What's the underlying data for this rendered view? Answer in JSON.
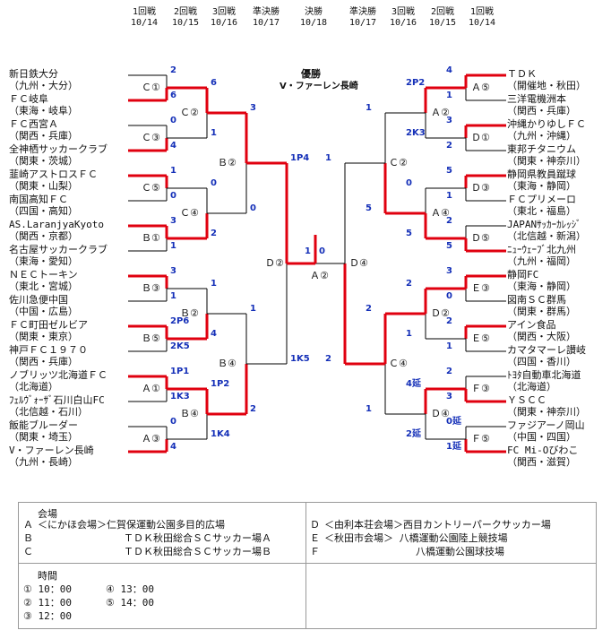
{
  "rounds": [
    {
      "label": "1回戦",
      "date": "10/14"
    },
    {
      "label": "2回戦",
      "date": "10/15"
    },
    {
      "label": "3回戦",
      "date": "10/16"
    },
    {
      "label": "準決勝",
      "date": "10/17"
    },
    {
      "label": "決勝",
      "date": "10/18"
    },
    {
      "label": "準決勝",
      "date": "10/17"
    },
    {
      "label": "3回戦",
      "date": "10/16"
    },
    {
      "label": "2回戦",
      "date": "10/15"
    },
    {
      "label": "1回戦",
      "date": "10/14"
    }
  ],
  "champion": {
    "label": "優勝",
    "team": "V・ファーレン長崎"
  },
  "left_teams": [
    {
      "name": "新日鉄大分",
      "region": "（九州・大分）"
    },
    {
      "name": "ＦＣ岐阜",
      "region": "（東海・岐阜）"
    },
    {
      "name": "ＦＣ西宮Ａ",
      "region": "（関西・兵庫）"
    },
    {
      "name": "全神栖サッカークラブ",
      "region": "（関東・茨城）"
    },
    {
      "name": "韮崎アストロスＦＣ",
      "region": "（関東・山梨）"
    },
    {
      "name": "南国高知ＦＣ",
      "region": "（四国・高知）"
    },
    {
      "name": "AS.LaranjyaKyoto",
      "region": "（関西・京都）"
    },
    {
      "name": "名古屋サッカークラブ",
      "region": "（東海・愛知）"
    },
    {
      "name": "ＮＥＣトーキン",
      "region": "（東北・宮城）"
    },
    {
      "name": "佐川急便中国",
      "region": "（中国・広島）"
    },
    {
      "name": "ＦＣ町田ゼルビア",
      "region": "（関東・東京）"
    },
    {
      "name": "神戸ＦＣ１９７０",
      "region": "（関西・兵庫）"
    },
    {
      "name": "ノブリッツ北海道ＦＣ",
      "region": "（北海道）"
    },
    {
      "name": "ﾌｪﾙｳﾞｫｰｻﾞ石川白山FC",
      "region": "（北信越・石川）"
    },
    {
      "name": "飯能ブルーダー",
      "region": "（関東・埼玉）"
    },
    {
      "name": "V・ファーレン長崎",
      "region": "（九州・長崎）"
    }
  ],
  "right_teams": [
    {
      "name": "ＴＤＫ",
      "region": "（開催地・秋田）"
    },
    {
      "name": "三洋電機洲本",
      "region": "（関西・兵庫）"
    },
    {
      "name": "沖縄かりゆしＦＣ",
      "region": "（九州・沖縄）"
    },
    {
      "name": "東邦チタニウム",
      "region": "（関東・神奈川）"
    },
    {
      "name": "静岡県教員蹴球",
      "region": "（東海・静岡）"
    },
    {
      "name": "ＦＣプリメーロ",
      "region": "（東北・福島）"
    },
    {
      "name": "JAPANｻｯｶｰｶﾚｯｼﾞ",
      "region": "（北信越・新潟）"
    },
    {
      "name": "ﾆｭｰｳｪｰﾌﾞ北九州",
      "region": "（九州・福岡）"
    },
    {
      "name": "静岡FC",
      "region": "（東海・静岡）"
    },
    {
      "name": "図南ＳＣ群馬",
      "region": "（関東・群馬）"
    },
    {
      "name": "アイン食品",
      "region": "（関西・大阪）"
    },
    {
      "name": "カマタマーレ讃岐",
      "region": "（四国・香川）"
    },
    {
      "name": "ﾄﾖﾀ自動車北海道",
      "region": "（北海道）"
    },
    {
      "name": "ＹＳＣＣ",
      "region": "（関東・神奈川）"
    },
    {
      "name": "ファジアーノ岡山",
      "region": "（中国・四国）"
    },
    {
      "name": "FC Mi-Oびわこ",
      "region": "（関西・滋賀）"
    }
  ],
  "left_r1": [
    {
      "label": "Ｃ①",
      "s1": "2",
      "s2": "6"
    },
    {
      "label": "Ｃ③",
      "s1": "0",
      "s2": "4"
    },
    {
      "label": "Ｃ⑤",
      "s1": "1",
      "s2": "0"
    },
    {
      "label": "Ｂ①",
      "s1": "3",
      "s2": "1"
    },
    {
      "label": "Ｂ③",
      "s1": "3",
      "s2": "1"
    },
    {
      "label": "Ｂ⑤",
      "s1": "2P6",
      "s2": "2K5"
    },
    {
      "label": "Ａ①",
      "s1": "1P1",
      "s2": "1K3"
    },
    {
      "label": "Ａ③",
      "s1": "0",
      "s2": "4"
    }
  ],
  "left_r2": [
    {
      "label": "Ｃ②",
      "s1": "6",
      "s2": "1"
    },
    {
      "label": "Ｃ④",
      "s1": "0",
      "s2": "2"
    },
    {
      "label": "Ｂ②",
      "s1": "1",
      "s2": "4"
    },
    {
      "label": "Ｂ④",
      "s1": "1P2",
      "s2": "1K4"
    }
  ],
  "left_r3": [
    {
      "label": "Ｂ②",
      "s1": "3",
      "s2": "0"
    },
    {
      "label": "Ｂ④",
      "s1": "1",
      "s2": "2"
    }
  ],
  "left_sf": {
    "label": "Ｄ②",
    "s1": "1P4",
    "s2": "1K5"
  },
  "right_r1": [
    {
      "label": "Ａ⑤",
      "s1": "4",
      "s2": "1"
    },
    {
      "label": "Ｄ①",
      "s1": "3",
      "s2": "2"
    },
    {
      "label": "Ｄ③",
      "s1": "5",
      "s2": "1"
    },
    {
      "label": "Ｄ⑤",
      "s1": "2",
      "s2": "5"
    },
    {
      "label": "Ｅ③",
      "s1": "3",
      "s2": "0"
    },
    {
      "label": "Ｅ⑤",
      "s1": "2",
      "s2": "1"
    },
    {
      "label": "Ｆ③",
      "s1": "2",
      "s2": "3"
    },
    {
      "label": "Ｆ⑤",
      "s1": "0延",
      "s2": "1延"
    }
  ],
  "right_r2": [
    {
      "label": "Ａ②",
      "s1": "2P2",
      "s2": "2K3"
    },
    {
      "label": "Ａ④",
      "s1": "0",
      "s2": "5"
    },
    {
      "label": "Ｄ②",
      "s1": "2",
      "s2": "1"
    },
    {
      "label": "Ｄ④",
      "s1": "4延",
      "s2": "2延"
    }
  ],
  "right_r3": [
    {
      "label": "Ｃ②",
      "s1": "1",
      "s2": "5"
    },
    {
      "label": "Ｃ④",
      "s1": "2",
      "s2": "1"
    }
  ],
  "right_sf": {
    "label": "Ｄ④",
    "s1": "1",
    "s2": "2"
  },
  "final": {
    "label": "Ａ②",
    "s1": "1",
    "s2": "0"
  },
  "venues_title": "会場",
  "venues": [
    {
      "key": "Ａ",
      "text": "＜にかほ会場＞仁賀保運動公園多目的広場"
    },
    {
      "key": "Ｂ",
      "text": "ＴＤＫ秋田総合ＳＣサッカー場Ａ"
    },
    {
      "key": "Ｃ",
      "text": "ＴＤＫ秋田総合ＳＣサッカー場Ｂ"
    },
    {
      "key": "Ｄ",
      "text": "＜由利本荘会場＞西目カントリーパークサッカー場"
    },
    {
      "key": "Ｅ",
      "text": "＜秋田市会場＞ 八橋運動公園陸上競技場"
    },
    {
      "key": "Ｆ",
      "text": "八橋運動公園球技場"
    }
  ],
  "times_title": "時間",
  "times": [
    "① 10：00",
    "② 11：00",
    "③ 12：00",
    "④ 13：00",
    "⑤ 14：00"
  ],
  "colors": {
    "winner_line": "#e0000f",
    "line": "#000000",
    "score": "#1530b8"
  }
}
